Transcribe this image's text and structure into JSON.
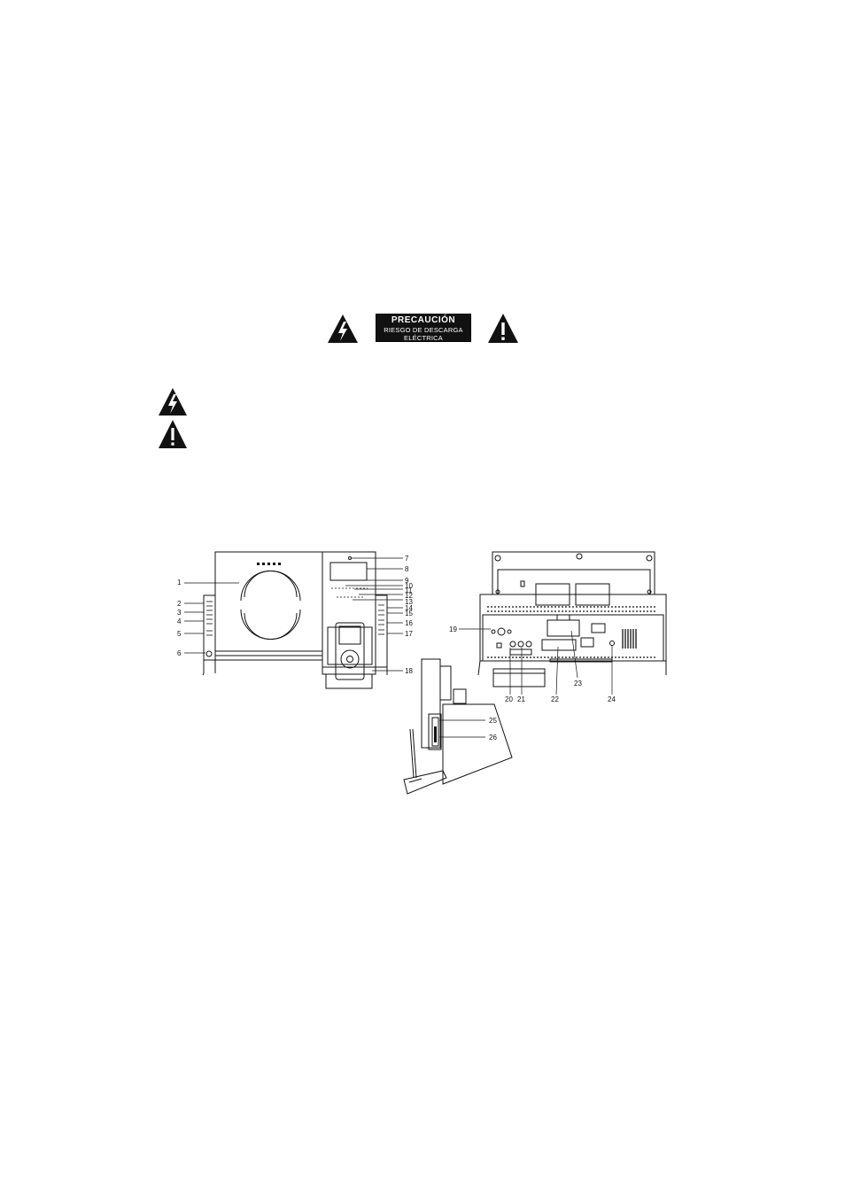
{
  "warning_label": {
    "title": "PRECAUCIÓN",
    "line1": "RIESGO DE DESCARGA",
    "line2": "ELÉCTRICA"
  },
  "icons": {
    "header_left": "lightning-triangle-icon",
    "header_right": "exclamation-triangle-icon",
    "side_top": "lightning-triangle-icon",
    "side_bottom": "exclamation-triangle-icon"
  },
  "callouts": {
    "front": [
      "1",
      "2",
      "3",
      "4",
      "5",
      "6",
      "7",
      "8",
      "9",
      "10",
      "11",
      "12",
      "13",
      "14",
      "15",
      "16",
      "17",
      "18"
    ],
    "rear": [
      "19",
      "20",
      "21",
      "22",
      "23",
      "24"
    ],
    "side": [
      "25",
      "26"
    ]
  }
}
